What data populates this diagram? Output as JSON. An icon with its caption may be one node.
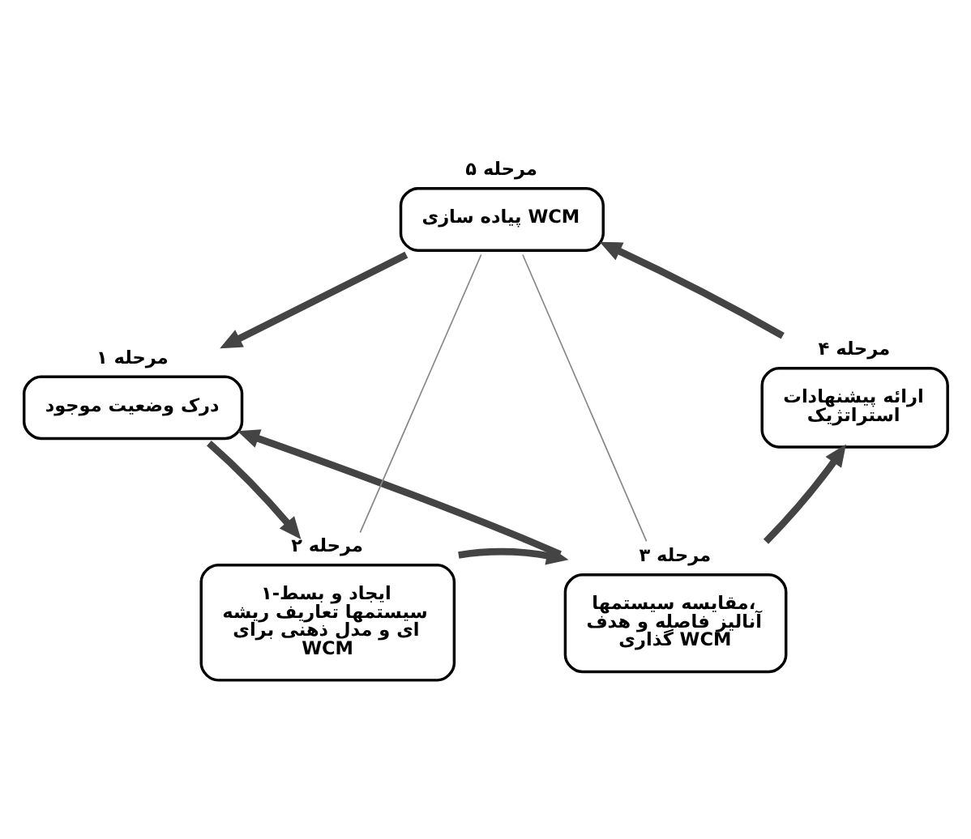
{
  "diagram": {
    "nodes": [
      {
        "text": [
          "درک وضعیت موجود"
        ],
        "beside": [
          "مرحله ۱"
        ]
      },
      {
        "text": [
          "۱-ایجاد و بسط سیستمها تعاریف ریشه ای و مدل ذهنی برای WCM"
        ],
        "beside": [
          "مرحله ۲"
        ]
      },
      {
        "text": [
          "مقایسه سیستمها، آنالیز فاصله و هدف گذاری WCM"
        ],
        "beside": [
          "مرحله ۳"
        ]
      },
      {
        "text": [
          "ارائه پیشنهادات استراتژیک"
        ],
        "beside": [
          "مرحله ۴"
        ]
      },
      {
        "text": [
          "پیاده سازی WCM"
        ],
        "beside": [
          "مرحله ۵"
        ]
      }
    ],
    "edges": [
      {
        "from": 0,
        "to": 1,
        "arrow": "to"
      },
      {
        "from": 1,
        "to": 2,
        "arrow": "to"
      },
      {
        "from": 2,
        "to": 3,
        "arrow": "to"
      },
      {
        "from": 3,
        "to": 4,
        "arrow": "to"
      },
      {
        "from": 4,
        "to": 0,
        "arrow": "to"
      },
      {
        "from": 2,
        "to": 0,
        "arrow": "to"
      },
      {
        "from": 4,
        "to": 1,
        "arrow": "none",
        "color": "#888888"
      },
      {
        "from": 4,
        "to": 2,
        "arrow": "none",
        "color": "#888888"
      }
    ]
  }
}
